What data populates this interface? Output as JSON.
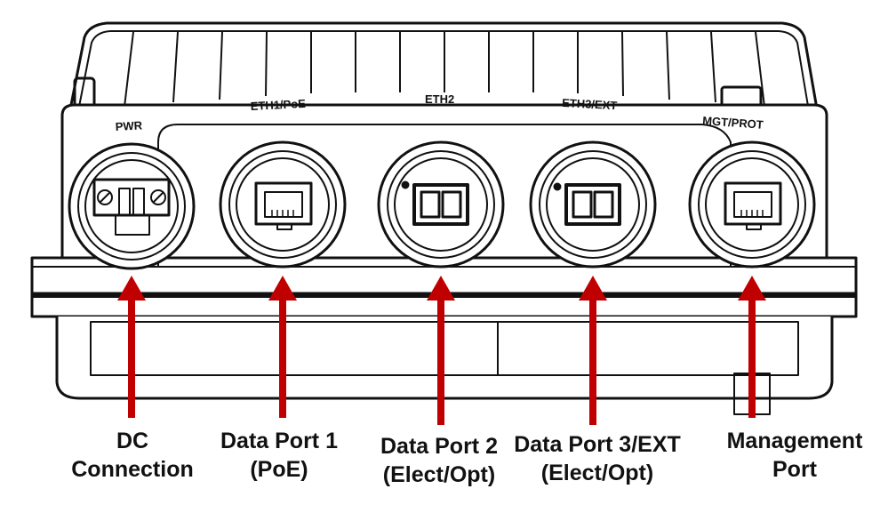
{
  "colors": {
    "outline": "#111111",
    "arrow": "#c00000",
    "background": "#ffffff",
    "housing": "#ffffff"
  },
  "silkscreen": {
    "pwr": "PWR",
    "eth1": "ETH1/PoE",
    "eth2": "ETH2",
    "eth3": "ETH3/EXT",
    "mgt": "MGT/PROT"
  },
  "ports": [
    {
      "id": "dc",
      "icon": "terminal-block-icon",
      "line1": "DC",
      "line2": "Connection"
    },
    {
      "id": "data1",
      "icon": "rj45-icon",
      "line1": "Data Port 1",
      "line2": "(PoE)"
    },
    {
      "id": "data2",
      "icon": "sfp-icon",
      "line1": "Data Port 2",
      "line2": "(Elect/Opt)"
    },
    {
      "id": "data3",
      "icon": "sfp-icon",
      "line1": "Data Port 3/EXT",
      "line2": "(Elect/Opt)"
    },
    {
      "id": "mgmt",
      "icon": "rj45-icon",
      "line1": "Management",
      "line2": "Port"
    }
  ]
}
